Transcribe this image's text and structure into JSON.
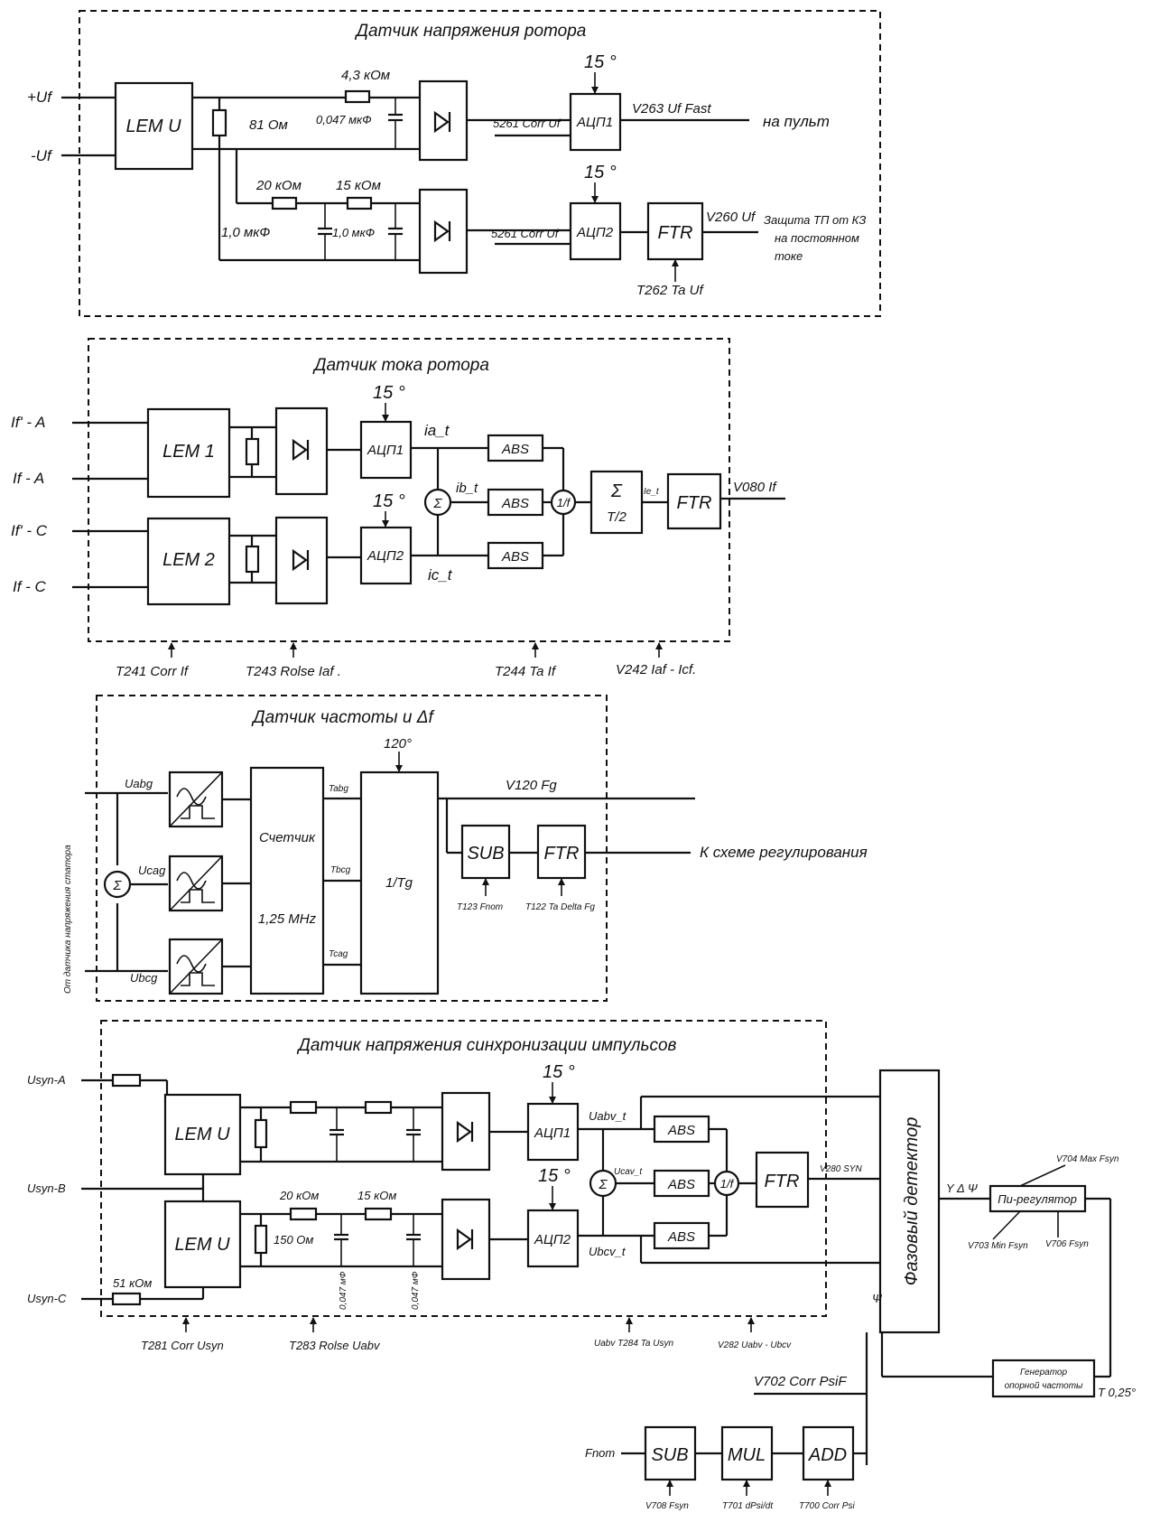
{
  "rotor_voltage": {
    "title": "Датчик напряжения ротора",
    "inputs": [
      "+Uf",
      "-Uf"
    ],
    "lem": "LEM U",
    "r_81": "81 Ом",
    "r_43k": "4,3 кОм",
    "c_0047": "0,047 мкФ",
    "r_20k": "20 кОм",
    "r_15k": "15 кОм",
    "c_1a": "1,0 мкФ",
    "c_1b": "1,0 мкФ",
    "deg1": "15 °",
    "deg2": "15 °",
    "corr1": "5261 Corr Uf",
    "corr2": "5261 Corr Uf",
    "adc1": "АЦП1",
    "adc2": "АЦП2",
    "ftr": "FTR",
    "out_fast": "V263 Uf Fast",
    "to_panel": "на пульт",
    "out_uf": "V260 Uf",
    "protect": [
      "Защита ТП от КЗ",
      "на постоянном",
      "токе"
    ],
    "ta": "T262 Ta Uf"
  },
  "rotor_current": {
    "title": "Датчик тока ротора",
    "inputs": [
      "If' - A",
      "If - A",
      "If' - C",
      "If - C"
    ],
    "lem1": "LEM 1",
    "lem2": "LEM 2",
    "deg1": "15 °",
    "deg2": "15 °",
    "adc1": "АЦП1",
    "adc2": "АЦП2",
    "ia": "ia_t",
    "ib": "ib_t",
    "ic": "ic_t",
    "abs": "ABS",
    "sigma": "Σ",
    "div": "1/f",
    "sum_top": "Σ",
    "sum_bot": "T/2",
    "ie": "Ie_t",
    "ftr": "FTR",
    "out": "V080 If",
    "params": [
      "T241 Corr If",
      "T243 Rolse Iaf .",
      "T244 Ta If",
      "V242 Iaf - Icf."
    ]
  },
  "frequency": {
    "title": "Датчик частоты и  Δf",
    "side_label": "От датчика напряжения статора",
    "inputs": [
      "Uabg",
      "Ucag",
      "Ubcg"
    ],
    "counter_top": "Счетчик",
    "counter_bot": "1,25 MHz",
    "t_labels": [
      "Tabg",
      "Tbcg",
      "Tcag"
    ],
    "deg": "120°",
    "inv": "1/Tg",
    "out_fg": "V120 Fg",
    "sub": "SUB",
    "ftr": "FTR",
    "to_reg": "К схеме регулирования",
    "fnom": "T123 Fnom",
    "ta": "T122 Ta Delta Fg"
  },
  "sync": {
    "title": "Датчик напряжения синхронизации импульсов",
    "inputs": [
      "Usyn-A",
      "Usyn-B",
      "Usyn-C"
    ],
    "r_51k": "51 кОм",
    "lem": "LEM U",
    "r_150": "150 Ом",
    "r_20k": "20 кОм",
    "r_15k": "15 кОм",
    "c1": "0,047 мФ",
    "c2": "0,047 мФ",
    "deg1": "15 °",
    "deg2": "15 °",
    "adc1": "АЦП1",
    "adc2": "АЦП2",
    "uabv": "Uabv_t",
    "ucav": "Ucav_t",
    "ubcv": "Ubcv_t",
    "abs": "ABS",
    "sigma": "Σ",
    "div": "1/f",
    "ftr": "FTR",
    "out": "V280 SYN",
    "params": [
      "T281 Corr Usyn",
      "T283 Rolse  Uabv",
      "Uabv T284 Ta Usyn",
      "V282 Uabv - Ubcv"
    ]
  },
  "phase": {
    "detector": "Фазовый детектор",
    "dpsi": "Y Δ Ψ",
    "psi": "Ψ",
    "pi": "Пи-регулятор",
    "max": "V704 Max Fsyn",
    "min": "V703 Min Fsyn",
    "fsyn": "V706 Fsyn",
    "gen": [
      "Генератор",
      "опорной частоты"
    ],
    "t025": "T 0,25°",
    "corr": "V702 Corr PsiF",
    "fnom": "Fnom",
    "sub": "SUB",
    "mul": "MUL",
    "add": "ADD",
    "p_sub": "V708 Fsyn",
    "p_mul": "T701 dPsi/dt",
    "p_add": "T700 Corr Psi"
  }
}
